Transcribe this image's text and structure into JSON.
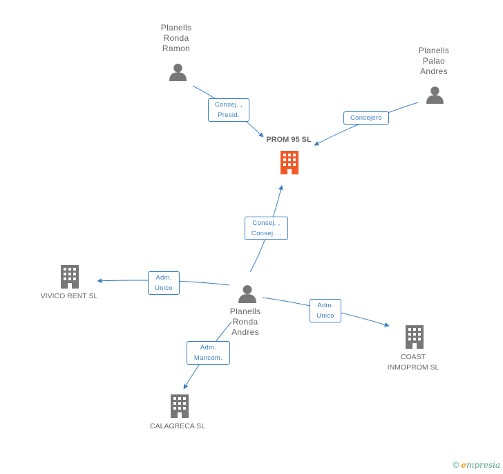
{
  "nodes": {
    "prom95": {
      "name": "PROM 95 SL",
      "type": "company",
      "highlight": true
    },
    "ronda_ramon": {
      "name_lines": [
        "Planells",
        "Ronda",
        "Ramon"
      ],
      "type": "person"
    },
    "palao_andres": {
      "name_lines": [
        "Planells",
        "Palao",
        "Andres"
      ],
      "type": "person"
    },
    "ronda_andres": {
      "name_lines": [
        "Planells",
        "Ronda",
        "Andres"
      ],
      "type": "person"
    },
    "vivico": {
      "name": "VIVICO RENT SL",
      "type": "company"
    },
    "coast": {
      "name_lines": [
        "COAST",
        "INMOPROM SL"
      ],
      "type": "company"
    },
    "calagreca": {
      "name": "CALAGRECA SL",
      "type": "company"
    }
  },
  "edges": {
    "ramon_prom": {
      "lines": [
        "Consej. ,",
        "Presid."
      ]
    },
    "palao_prom": {
      "lines": [
        "Consejero"
      ]
    },
    "andres_prom": {
      "lines": [
        "Consej. ,",
        "Consej...."
      ]
    },
    "andres_vivico": {
      "lines": [
        "Adm.",
        "Unico"
      ]
    },
    "andres_coast": {
      "lines": [
        "Adm.",
        "Unico"
      ]
    },
    "andres_calagreca": {
      "lines": [
        "Adm.",
        "Mancom."
      ]
    }
  },
  "colors": {
    "edge": "#3b7fc4",
    "icon_gray": "#777777",
    "icon_highlight": "#f05a28"
  },
  "footer": {
    "copyright": "©",
    "brand_initial": "e",
    "brand_rest": "mpresia"
  }
}
